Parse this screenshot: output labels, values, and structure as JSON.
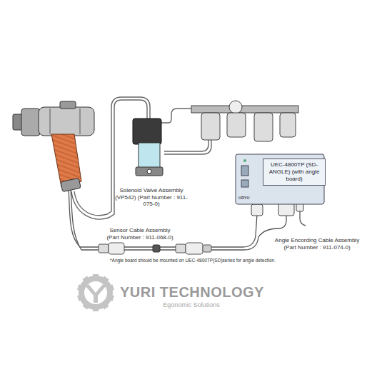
{
  "diagram": {
    "nodes": [
      {
        "text": [
          "UEC-4800TP (SD-ANGLE) (with angle board)"
        ]
      }
    ],
    "labels": [
      "Solenoid Valve Assembly (VP542) (Part Number : 911-075-0)",
      "Sensor Cable Assembly (Part Number : 911-068-0)",
      "Angle Encording Cable Assembly (Part Number : 911-074-0)",
      "*Angle board should be mounted on UEC-4800TP(SD)series for angle detection.",
      "URYU",
      "YURI TECHNOLOGY",
      "Egonomic Solutions"
    ]
  }
}
